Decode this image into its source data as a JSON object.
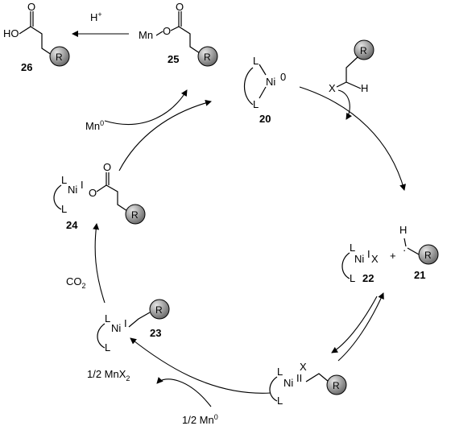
{
  "reagents": {
    "h_plus": "H",
    "h_plus_sup": "+",
    "mn0": "Mn",
    "mn0_sup": "0",
    "half_mnx2_prefix": "1/2  MnX",
    "half_mnx2_sub": "2",
    "half_mn0": "1/2  Mn",
    "half_mn0_sup": "0",
    "co2": "CO",
    "co2_sub": "2"
  },
  "atoms": {
    "R": "R",
    "L": "L",
    "Ni": "Ni",
    "X": "X",
    "H": "H",
    "O": "O",
    "HO": "HO",
    "Mn": "Mn",
    "plus": "+",
    "radical_dot": "·",
    "ox_I": "I",
    "ox_II": "II",
    "ox_0": "0"
  },
  "compounds": {
    "c20": "20",
    "c21": "21",
    "c22": "22",
    "c23": "23",
    "c24": "24",
    "c25": "25",
    "c26": "26"
  },
  "colors": {
    "r_ball_light": "#e6e6e6",
    "r_ball_dark": "#6e6e6e"
  }
}
